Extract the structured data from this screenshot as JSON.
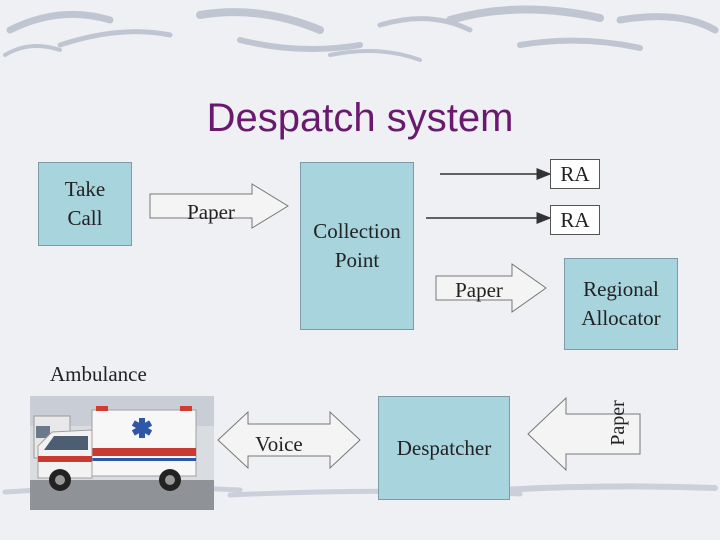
{
  "slide": {
    "title": "Despatch system"
  },
  "nodes": {
    "take_call": "Take\nCall",
    "collection_point": "Collection\nPoint",
    "regional_allocator": "Regional\nAllocator",
    "despatcher": "Despatcher",
    "ra_top": "RA",
    "ra_mid": "RA",
    "ambulance": "Ambulance"
  },
  "flows": {
    "take_to_collection": "Paper",
    "collection_to_allocator": "Paper",
    "allocator_to_despatcher": "Paper",
    "despatcher_ambulance": "Voice"
  },
  "colors": {
    "title": "#6a1a6e",
    "box_fill": "#a8d4de",
    "arrow_fill": "#f4f4f4"
  },
  "icons": {
    "ambulance_photo": "ambulance-photo-icon"
  }
}
